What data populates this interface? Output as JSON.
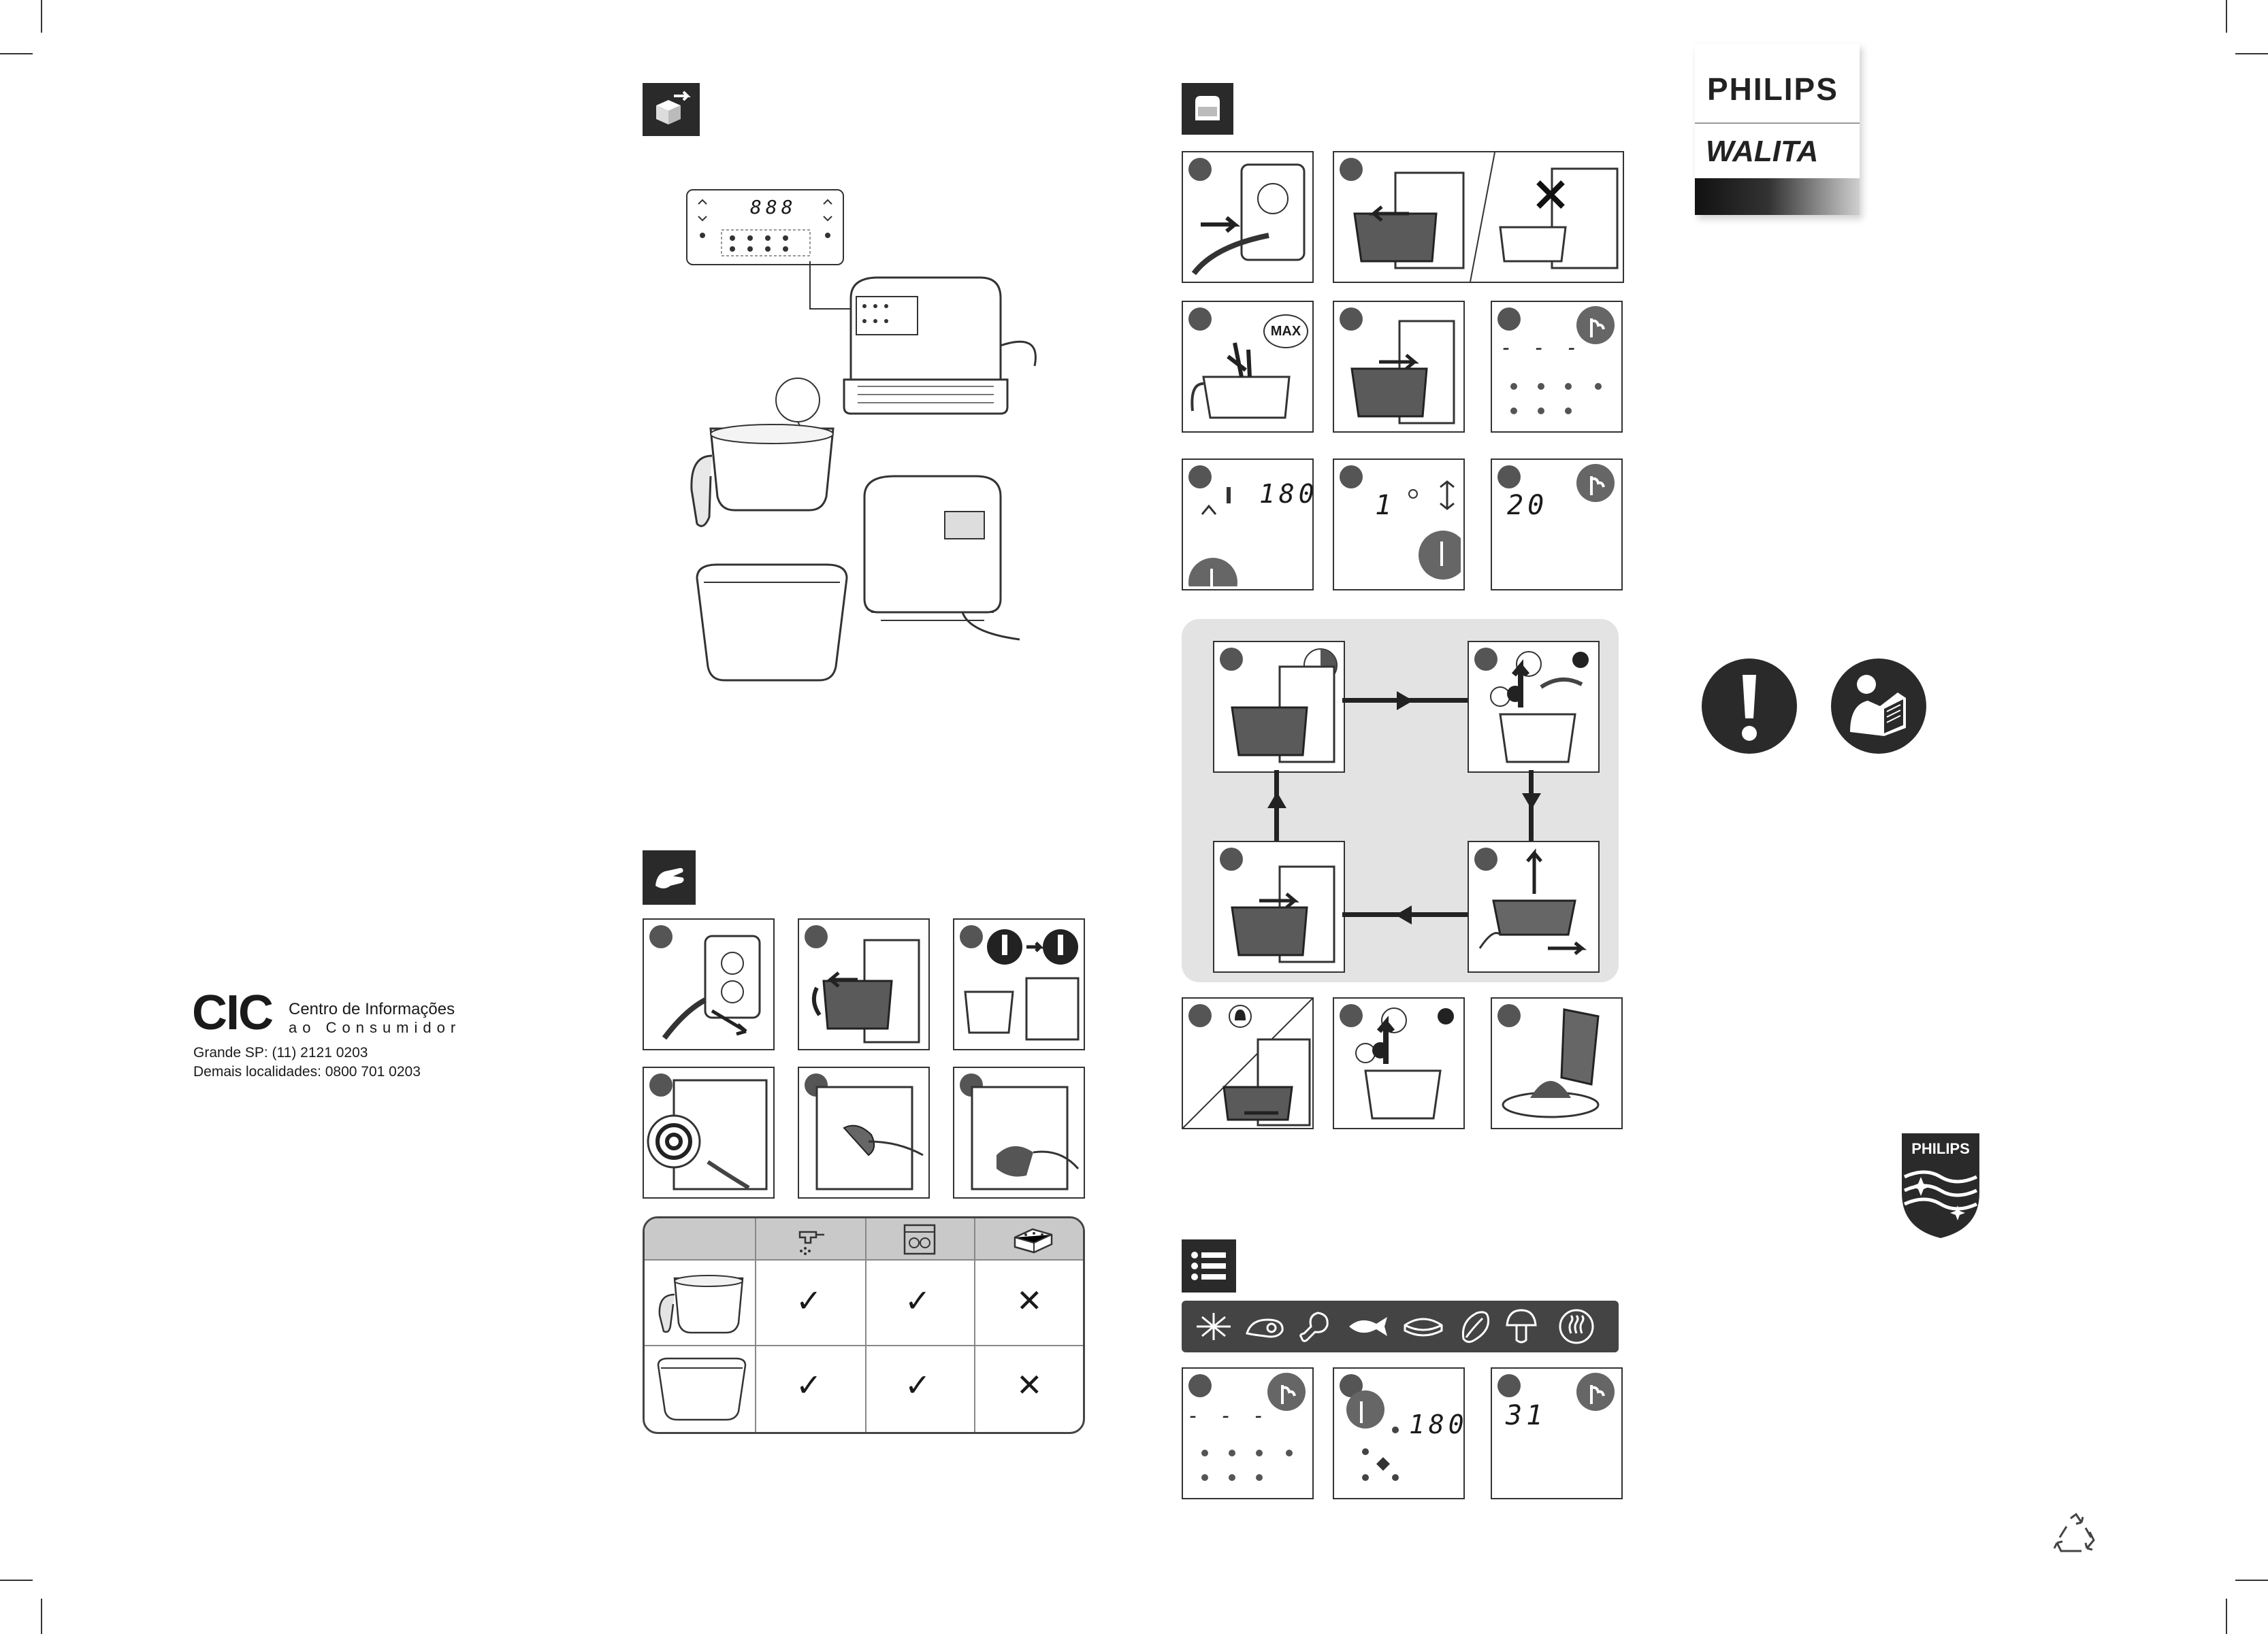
{
  "branding": {
    "brand_top": "PHILIPS",
    "brand_bottom": "WALITA",
    "shield_text": "PHILIPS"
  },
  "cic": {
    "logo": "CIC",
    "line1": "Centro de Informações",
    "line2": "ao Consumidor",
    "phone_sp": "Grande SP: (11) 2121 0203",
    "phone_other": "Demais localidades: 0800 701 0203"
  },
  "control_panel": {
    "display": "888"
  },
  "usage_steps": {
    "display_dashes": "- - -",
    "temperature": "180",
    "time_value": "1",
    "time_set": "20",
    "preset_time": "31",
    "max_label": "MAX"
  },
  "cleaning_table": {
    "rows": [
      {
        "marks": [
          "✓",
          "✓",
          "✕"
        ]
      },
      {
        "marks": [
          "✓",
          "✓",
          "✕"
        ]
      }
    ]
  },
  "icons": [
    "box-unpack-icon",
    "airfryer-icon",
    "cleaning-hand-icon",
    "menu-list-icon",
    "warning-exclamation-icon",
    "read-manual-icon",
    "recycle-icon",
    "tap-water-icon",
    "dishwasher-icon",
    "sponge-icon"
  ],
  "preset_icons": [
    "frozen-icon",
    "meat-icon",
    "drumstick-icon",
    "fish-icon",
    "pie-icon",
    "vegetable-icon",
    "mushroom-icon",
    "keep-warm-icon"
  ],
  "colors": {
    "dark": "#2a2a2a",
    "loop_bg": "#e3e3e3",
    "table_head": "#c9c9c9"
  }
}
